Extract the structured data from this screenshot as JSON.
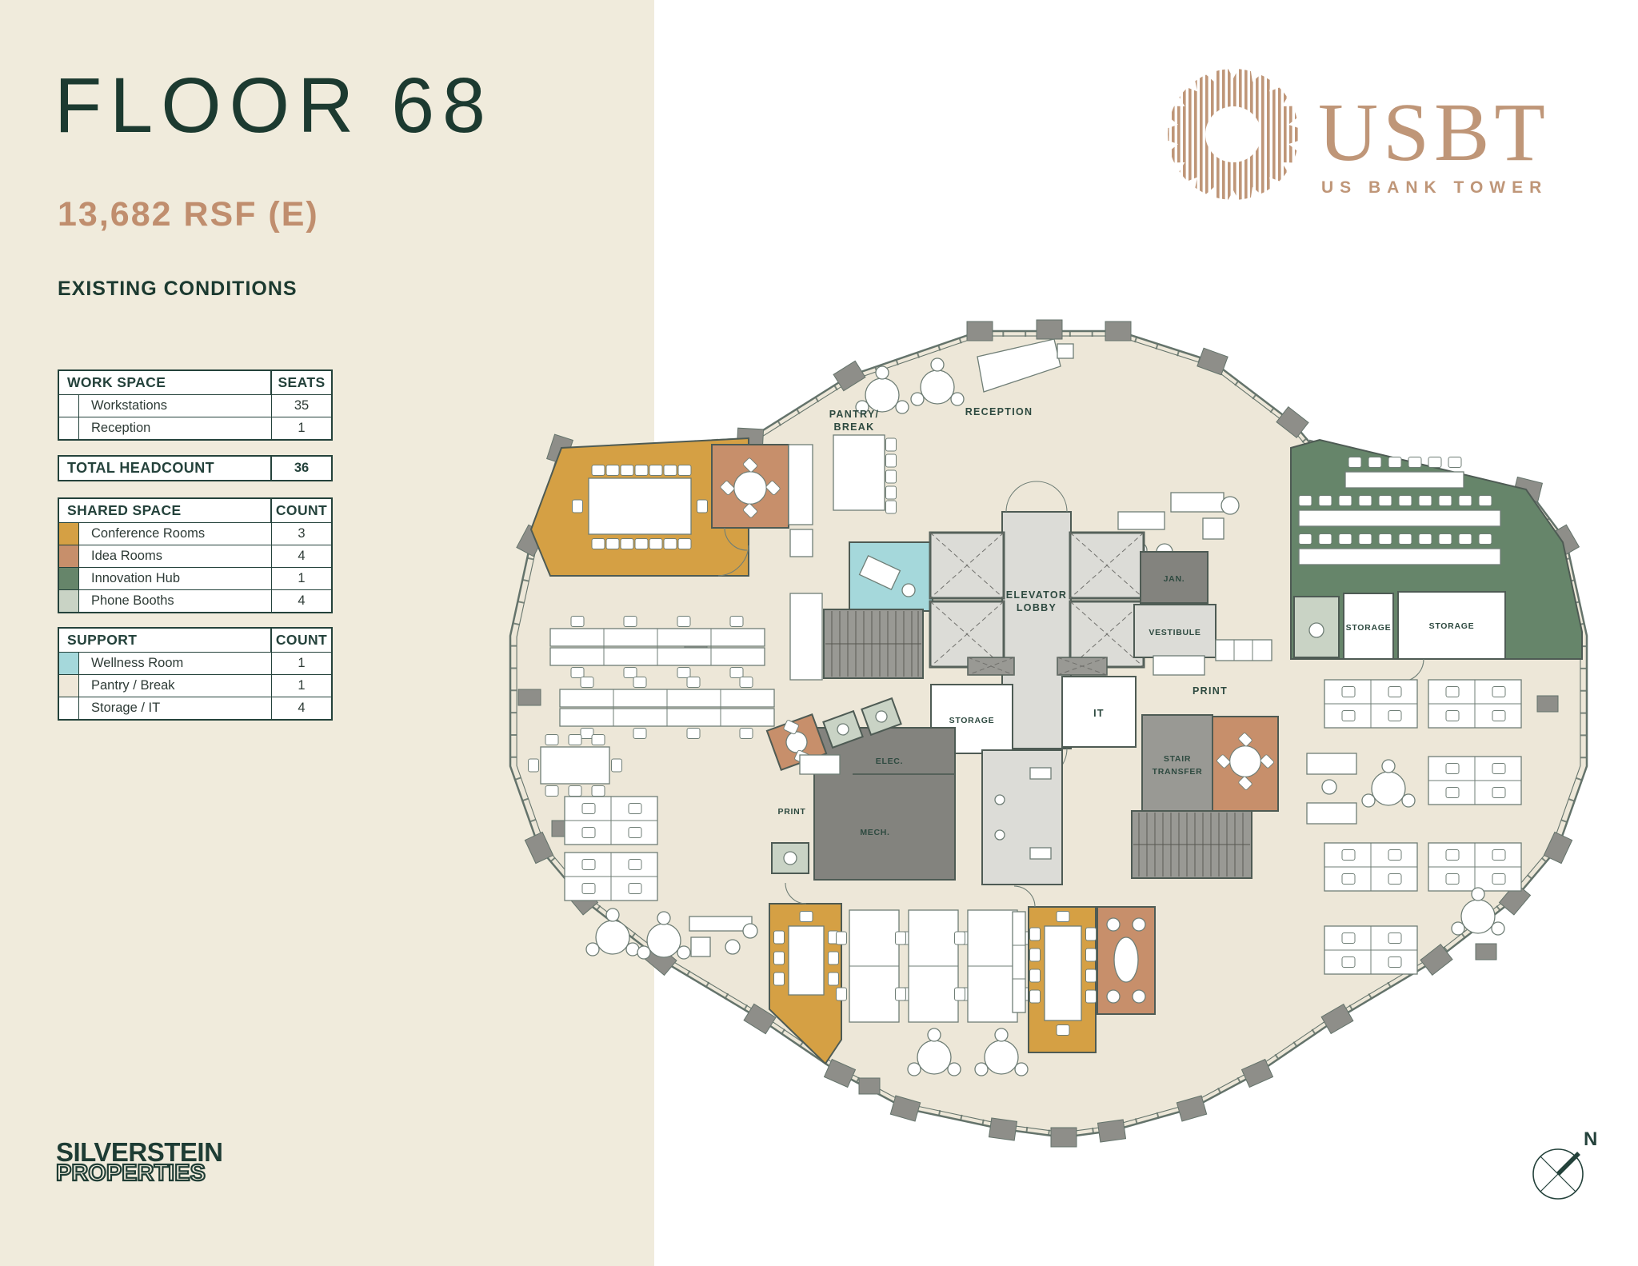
{
  "header": {
    "floor": "FLOOR 68",
    "rsf": "13,682 RSF (E)",
    "conditions": "EXISTING CONDITIONS"
  },
  "usbt": {
    "acronym": "USBT",
    "subtitle": "US BANK TOWER"
  },
  "tables": {
    "work_space": {
      "title": "WORK SPACE",
      "count_header": "SEATS",
      "rows": [
        {
          "label": "Workstations",
          "value": "35",
          "swatch": "#FFFFFF"
        },
        {
          "label": "Reception",
          "value": "1",
          "swatch": "#FFFFFF"
        }
      ]
    },
    "total": {
      "title": "TOTAL HEADCOUNT",
      "value": "36"
    },
    "shared_space": {
      "title": "SHARED SPACE",
      "count_header": "COUNT",
      "rows": [
        {
          "label": "Conference Rooms",
          "value": "3",
          "swatch": "#D5A044"
        },
        {
          "label": "Idea Rooms",
          "value": "4",
          "swatch": "#C78F6B"
        },
        {
          "label": "Innovation Hub",
          "value": "1",
          "swatch": "#66856A"
        },
        {
          "label": "Phone Booths",
          "value": "4",
          "swatch": "#C9D3C5"
        }
      ]
    },
    "support": {
      "title": "SUPPORT",
      "count_header": "COUNT",
      "rows": [
        {
          "label": "Wellness Room",
          "value": "1",
          "swatch": "#A5D8DB"
        },
        {
          "label": "Pantry / Break",
          "value": "1",
          "swatch": "#EFE8D9"
        },
        {
          "label": "Storage / IT",
          "value": "4",
          "swatch": "#FFFFFF"
        }
      ]
    }
  },
  "plan_labels": {
    "pantry_1": "PANTRY/",
    "pantry_2": "BREAK",
    "reception": "RECEPTION",
    "elevator_1": "ELEVATOR",
    "elevator_2": "LOBBY",
    "jan": "JAN.",
    "vestibule": "VESTIBULE",
    "print_right": "PRINT",
    "print_left": "PRINT",
    "it": "IT",
    "storage_core": "STORAGE",
    "storage_green_small": "STORAGE",
    "storage_green_large": "STORAGE",
    "elec": "ELEC.",
    "mech": "MECH.",
    "stair_1": "STAIR",
    "stair_2": "TRANSFER"
  },
  "footer": {
    "brand_line1": "SILVERSTEIN",
    "brand_line2": "PROPERTIES",
    "compass_n": "N"
  },
  "colors": {
    "sidebar_bg": "#F0EBDC",
    "accent_green": "#1C3A30",
    "accent_tan": "#C08E6E",
    "floor_fill": "#EDE7D8",
    "conference": "#D5A044",
    "idea": "#C78F6B",
    "innovation": "#66856A",
    "phone_booth": "#C9D3C5",
    "wellness": "#A5D8DB"
  }
}
